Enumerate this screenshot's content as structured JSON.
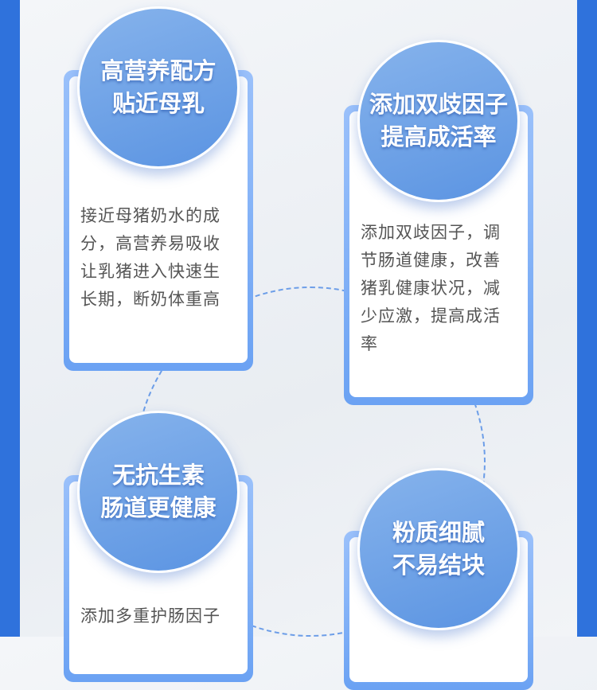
{
  "features": [
    {
      "title": [
        "高营养配方",
        "贴近母乳"
      ],
      "text": [
        "接近母猪奶水的成",
        "分，高营养易吸收",
        "让乳猪进入快速生",
        "长期，断奶体重高"
      ]
    },
    {
      "title": [
        "添加双歧因子",
        "提高成活率"
      ],
      "text": [
        "添加双歧因子，调",
        "节肠道健康，改善",
        "猪乳健康状况，减",
        "少应激，提高成活",
        "率"
      ]
    },
    {
      "title": [
        "无抗生素",
        "肠道更健康"
      ],
      "text": [
        "添加多重护肠因子"
      ]
    },
    {
      "title": [
        "粉质细腻",
        "不易结块"
      ],
      "text": []
    }
  ]
}
